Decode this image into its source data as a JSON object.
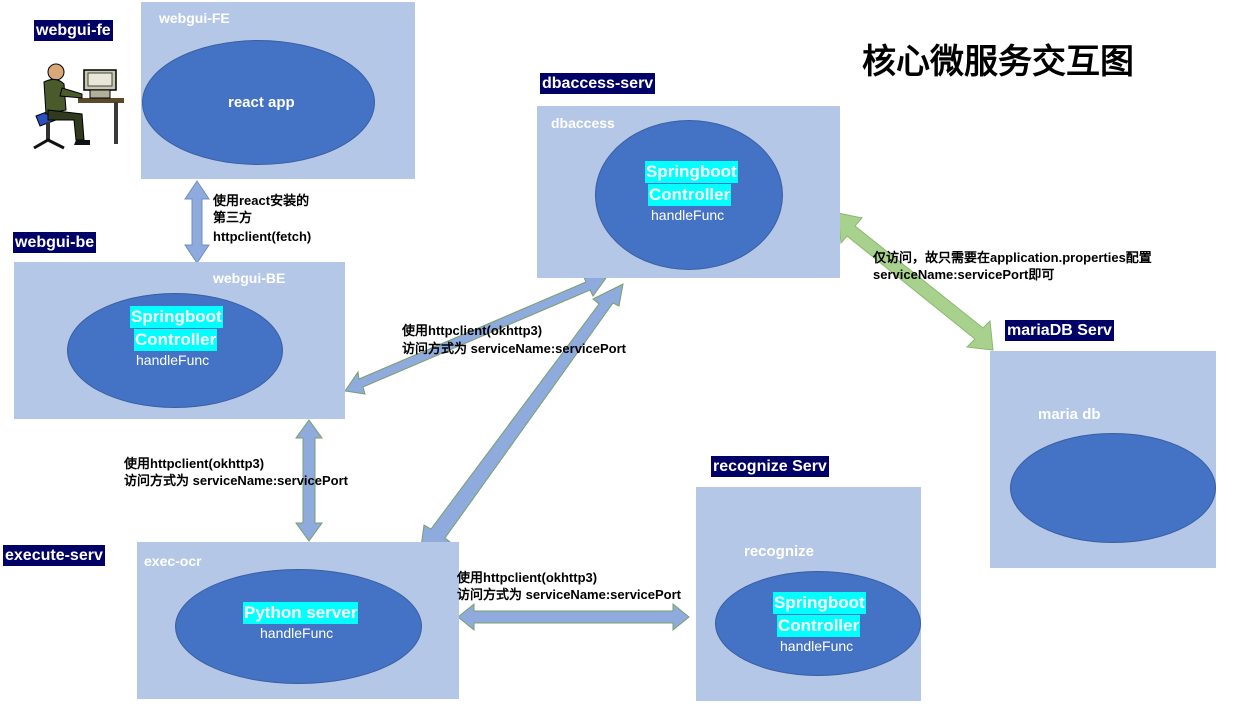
{
  "title": "核心微服务交互图",
  "services": {
    "webgui_fe": {
      "tag": "webgui-fe",
      "box_label": "webgui-FE",
      "core": "react app"
    },
    "webgui_be": {
      "tag": "webgui-be",
      "box_label": "webgui-BE",
      "core": "Springboot",
      "core2": "Controller",
      "func": "handleFunc"
    },
    "dbaccess": {
      "tag": "dbaccess-serv",
      "box_label": "dbaccess",
      "core": "Springboot",
      "core2": "Controller",
      "func": "handleFunc"
    },
    "mariadb": {
      "tag": "mariaDB Serv",
      "box_label": "maria db"
    },
    "execute": {
      "tag": "execute-serv",
      "box_label": "exec-ocr",
      "core": "Python server",
      "func": "handleFunc"
    },
    "recognize": {
      "tag": "recognize Serv",
      "box_label": "recognize",
      "core": "Springboot",
      "core2": "Controller",
      "func": "handleFunc"
    }
  },
  "notes": {
    "fe_be": {
      "line1": "使用react安装的",
      "line2": "第三方",
      "line3": "httpclient(fetch)"
    },
    "be_db": {
      "line1": "使用httpclient(okhttp3)",
      "line2": "访问方式为 serviceName:servicePort"
    },
    "be_exec": {
      "line1": "使用httpclient(okhttp3)",
      "line2": "访问方式为 serviceName:servicePort"
    },
    "exec_rec": {
      "line1": "使用httpclient(okhttp3)",
      "line2": "访问方式为 serviceName:servicePort"
    },
    "db_maria": {
      "line1": "仅访问，故只需要在application.properties配置",
      "line2": "serviceName:servicePort即可"
    }
  },
  "colors": {
    "box": "#b4c7e7",
    "ellipse": "#4472c4",
    "tag_bg": "#000066",
    "highlight": "#00ffff",
    "arrow_blue": "#8faadc",
    "arrow_green": "#a9d18e"
  },
  "icons": {
    "user": "person-at-computer-icon"
  }
}
